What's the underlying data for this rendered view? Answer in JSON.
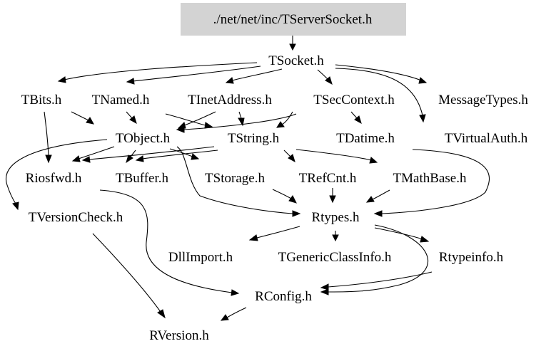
{
  "root": "./net/net/inc/TServerSocket.h",
  "colors": {
    "root_fill": "#d3d3d3",
    "line": "#000000",
    "background": "#ffffff"
  },
  "nodes": {
    "root": "./net/net/inc/TServerSocket.h",
    "tsocket": "TSocket.h",
    "tbits": "TBits.h",
    "tnamed": "TNamed.h",
    "tinetaddress": "TInetAddress.h",
    "tseccontext": "TSecContext.h",
    "messagetypes": "MessageTypes.h",
    "tobject": "TObject.h",
    "tstring": "TString.h",
    "tdatime": "TDatime.h",
    "tvirtualauth": "TVirtualAuth.h",
    "riosfwd": "Riosfwd.h",
    "tbuffer": "TBuffer.h",
    "tstorage": "TStorage.h",
    "trefcnt": "TRefCnt.h",
    "tmathbase": "TMathBase.h",
    "tversioncheck": "TVersionCheck.h",
    "rtypes": "Rtypes.h",
    "dllimport": "DllImport.h",
    "tgenericclassinfo": "TGenericClassInfo.h",
    "rtypeinfo": "Rtypeinfo.h",
    "rconfig": "RConfig.h",
    "rversion": "RVersion.h"
  }
}
